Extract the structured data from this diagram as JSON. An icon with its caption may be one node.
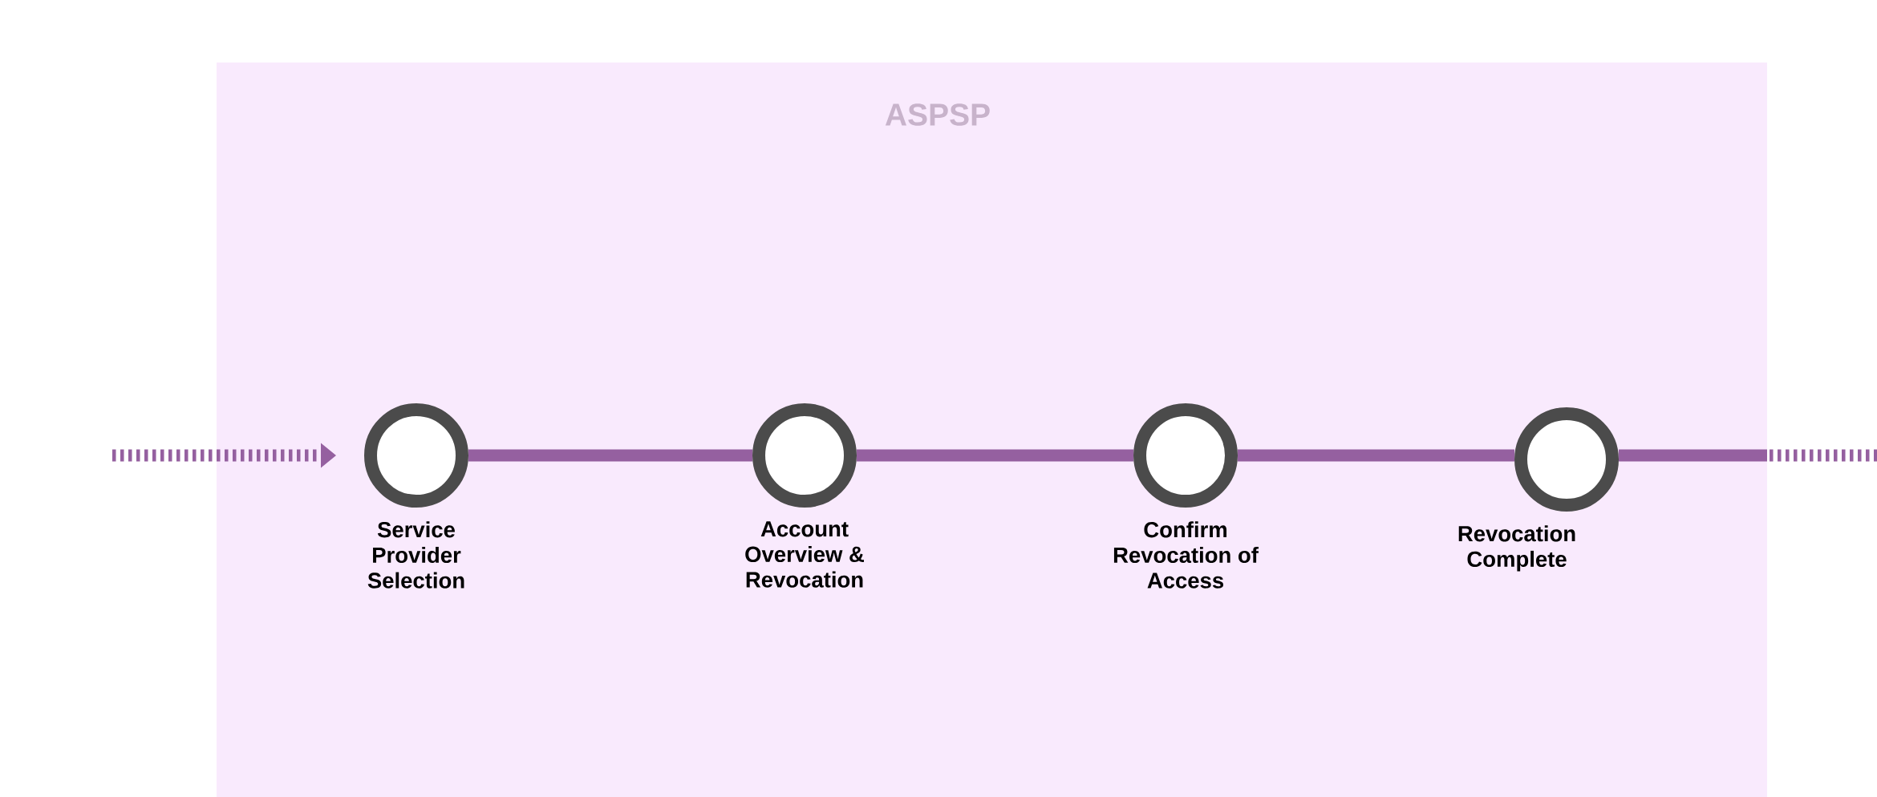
{
  "diagram": {
    "nodes": [
      {
        "text": [
          "ASPSP"
        ]
      },
      {
        "text": [],
        "shape": "circle",
        "in": 0,
        "beside": [
          "Service Provider Selection"
        ]
      },
      {
        "text": [],
        "shape": "circle",
        "in": 0,
        "beside": [
          "Account Overview & Revocation"
        ]
      },
      {
        "text": [],
        "shape": "circle",
        "in": 0,
        "beside": [
          "Confirm Revocation of Access"
        ]
      },
      {
        "text": [],
        "shape": "circle",
        "in": 0,
        "beside": [
          "Revocation Complete"
        ]
      }
    ],
    "edges": [
      {
        "from": null,
        "to": 1,
        "arrow": "to",
        "style": "dashed"
      },
      {
        "from": 1,
        "to": 2,
        "arrow": "none"
      },
      {
        "from": 2,
        "to": 3,
        "arrow": "none"
      },
      {
        "from": 3,
        "to": 4,
        "arrow": "none"
      },
      {
        "from": 4,
        "to": null,
        "arrow": "none",
        "style": "dashed"
      }
    ]
  }
}
